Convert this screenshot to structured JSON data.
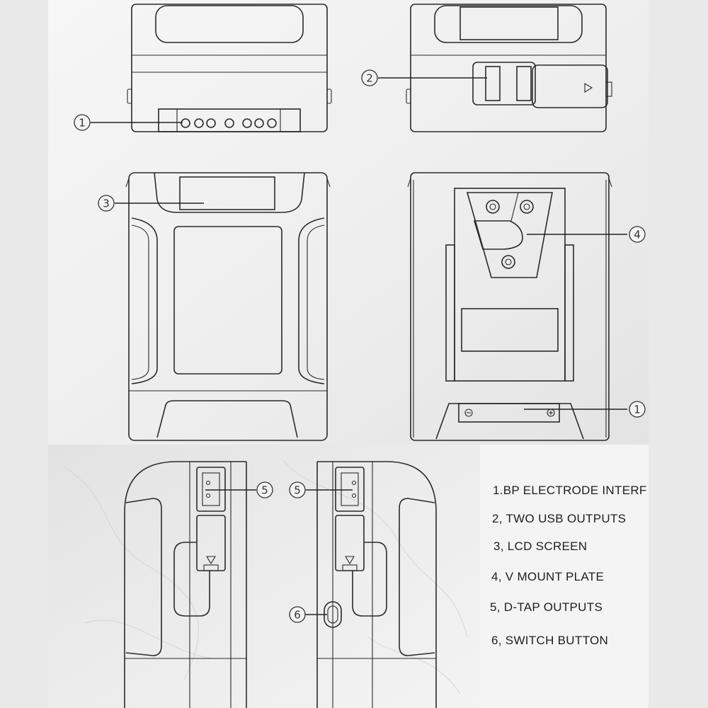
{
  "callouts": {
    "c1": "1",
    "c2": "2",
    "c3": "3",
    "c4": "4",
    "c5": "5",
    "c6": "6"
  },
  "legend": [
    "1.BP ELECTRODE INTERF",
    "2, TWO USB OUTPUTS",
    "3, LCD SCREEN",
    "4, V MOUNT PLATE",
    "5, D-TAP OUTPUTS",
    "6, SWITCH BUTTON"
  ]
}
